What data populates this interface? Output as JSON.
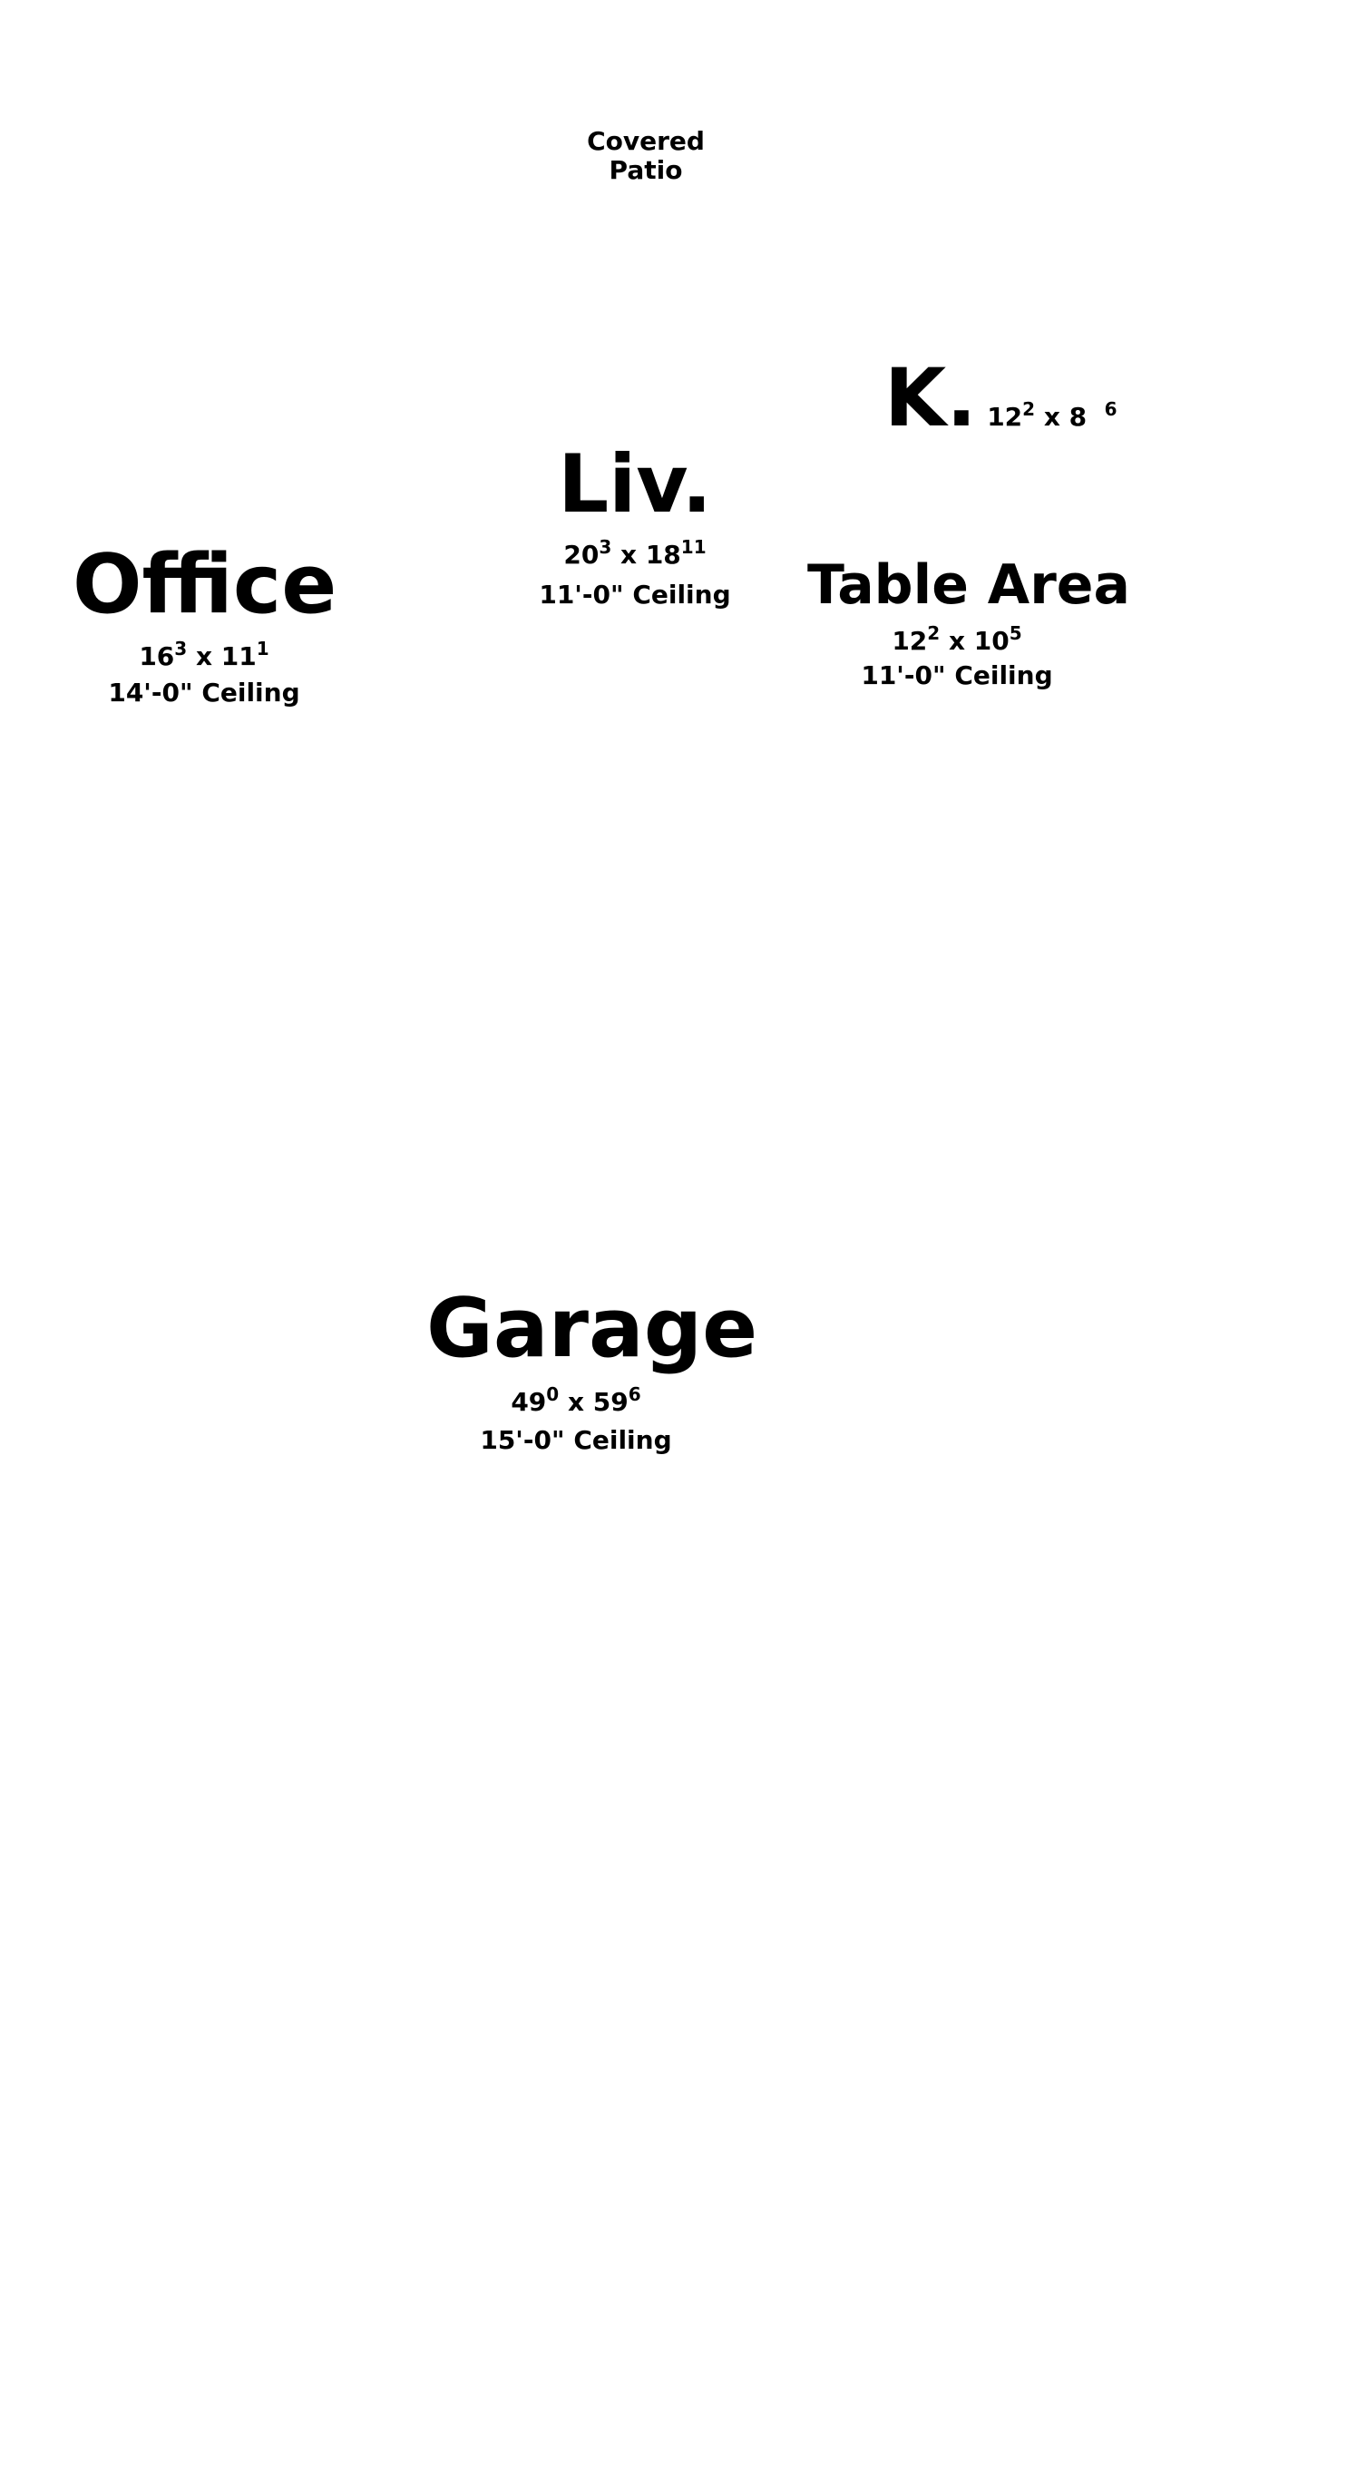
{
  "patio": {
    "line1": "Covered",
    "line2": "Patio"
  },
  "kitchen": {
    "name": "K.",
    "w": "12",
    "w_in": "2",
    "x": "x",
    "d": "8",
    "d_in": "6"
  },
  "living": {
    "name": "Liv.",
    "w": "20",
    "w_in": "3",
    "x": "x",
    "d": "18",
    "d_in": "11",
    "ceiling": "11'-0\" Ceiling"
  },
  "office": {
    "name": "Office",
    "w": "16",
    "w_in": "3",
    "x": "x",
    "d": "11",
    "d_in": "1",
    "ceiling": "14'-0\" Ceiling"
  },
  "table_area": {
    "name": "Table Area",
    "w": "12",
    "w_in": "2",
    "x": "x",
    "d": "10",
    "d_in": "5",
    "ceiling": "11'-0\" Ceiling"
  },
  "garage": {
    "name": "Garage",
    "w": "49",
    "w_in": "0",
    "x": "x",
    "d": "59",
    "d_in": "6",
    "ceiling": "15'-0\" Ceiling"
  }
}
